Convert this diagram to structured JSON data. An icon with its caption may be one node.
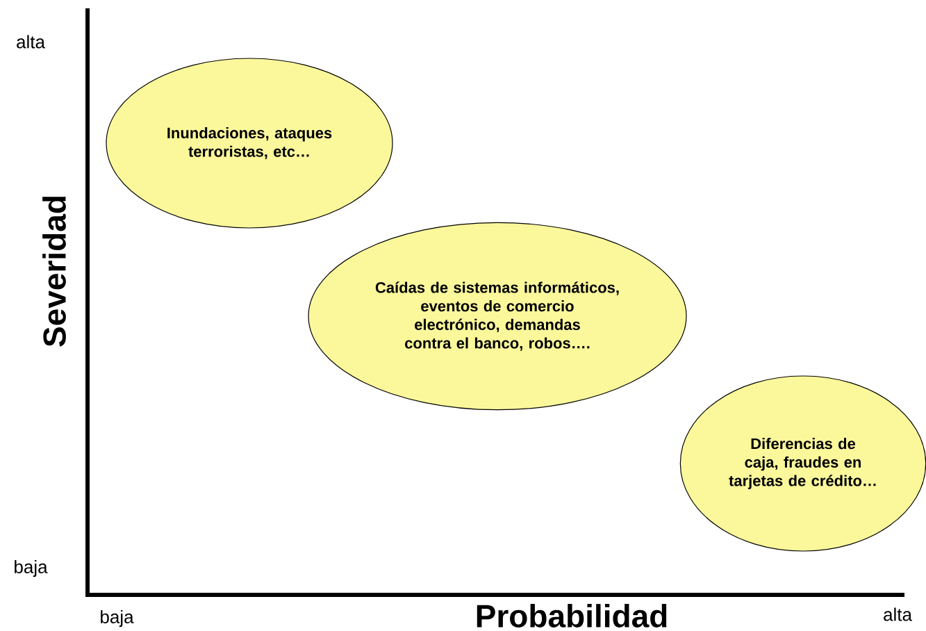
{
  "diagram": {
    "nodes": [
      {
        "text": [
          "Inundaciones, ataques terroristas, etc…"
        ]
      },
      {
        "text": [
          "Caídas de sistemas informáticos, eventos de comercio electrónico, demandas contra el banco, robos…."
        ]
      },
      {
        "text": [
          "Diferencias de caja, fraudes en tarjetas de crédito…"
        ]
      }
    ],
    "labels": [
      "alta",
      "Severidad",
      "baja",
      "baja",
      "Probabilidad",
      "alta"
    ]
  }
}
